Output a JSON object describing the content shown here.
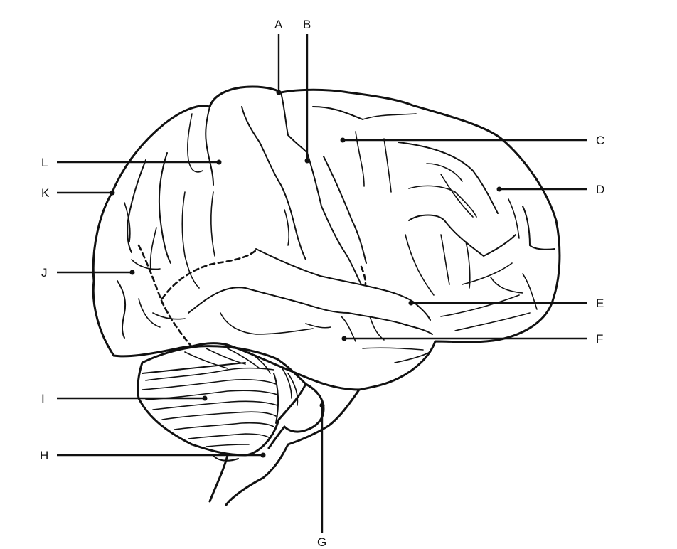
{
  "diagram": {
    "subject": "Lateral view of the human brain",
    "style": "black line drawing on white",
    "colors": {
      "ink": "#111111",
      "background": "#ffffff"
    },
    "labels": {
      "A": "A",
      "B": "B",
      "C": "C",
      "D": "D",
      "E": "E",
      "F": "F",
      "G": "G",
      "H": "H",
      "I": "I",
      "J": "J",
      "K": "K",
      "L": "L"
    },
    "label_order_right": [
      "C",
      "D",
      "E",
      "F"
    ],
    "label_order_left": [
      "L",
      "K",
      "J",
      "I",
      "H"
    ],
    "label_order_top": [
      "A",
      "B"
    ],
    "label_order_bottom": [
      "G"
    ]
  }
}
